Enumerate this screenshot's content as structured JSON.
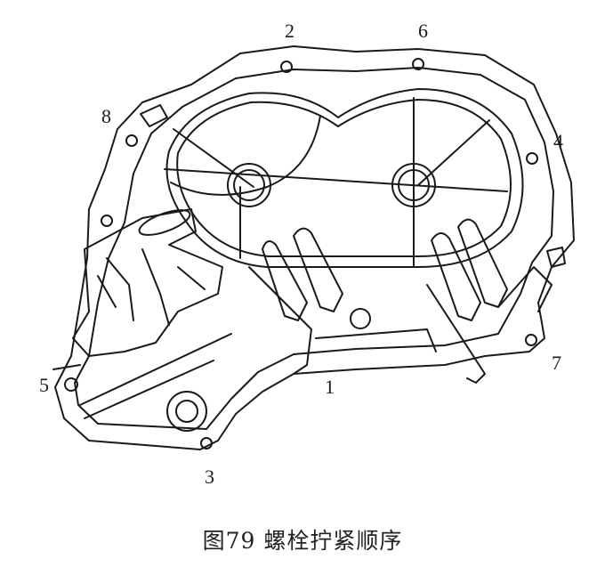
{
  "caption": "图79 螺栓拧紧顺序",
  "labels": {
    "b1": "1",
    "b2": "2",
    "b3": "3",
    "b4": "4",
    "b5": "5",
    "b6": "6",
    "b7": "7",
    "b8": "8"
  }
}
